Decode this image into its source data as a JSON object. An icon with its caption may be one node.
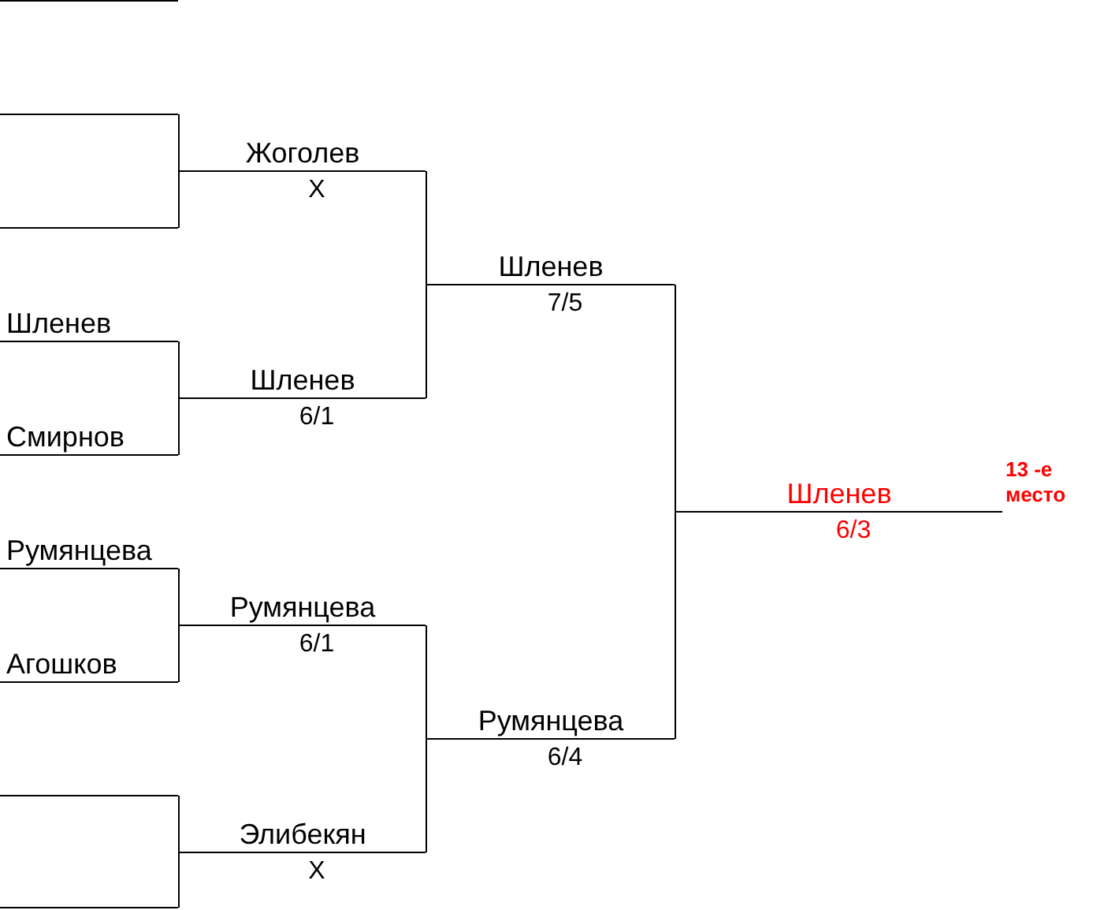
{
  "diagram": {
    "nodes": [
      {
        "text": [],
        "shape": "line"
      },
      {
        "text": [],
        "shape": "line"
      },
      {
        "text": [],
        "shape": "line"
      },
      {
        "text": [
          "Шленев"
        ]
      },
      {
        "text": [
          "Смирнов"
        ]
      },
      {
        "text": [
          "Румянцева"
        ]
      },
      {
        "text": [
          "Агошков"
        ]
      },
      {
        "text": [],
        "shape": "line"
      },
      {
        "text": [],
        "shape": "line"
      },
      {
        "text": [
          "Жоголев",
          "X"
        ]
      },
      {
        "text": [
          "Шленев",
          "6/1"
        ]
      },
      {
        "text": [
          "Румянцева",
          "6/1"
        ]
      },
      {
        "text": [
          "Элибекян",
          "X"
        ]
      },
      {
        "text": [
          "Шленев",
          "7/5"
        ]
      },
      {
        "text": [
          "Румянцева",
          "6/4"
        ]
      },
      {
        "text": [
          "Шленев",
          "6/3"
        ],
        "beside": [
          "13 -е место"
        ]
      }
    ],
    "edges": [
      {
        "from": 1,
        "to": 9,
        "arrow": "none"
      },
      {
        "from": 2,
        "to": 9,
        "arrow": "none"
      },
      {
        "from": 3,
        "to": 10,
        "arrow": "none"
      },
      {
        "from": 4,
        "to": 10,
        "arrow": "none"
      },
      {
        "from": 5,
        "to": 11,
        "arrow": "none"
      },
      {
        "from": 6,
        "to": 11,
        "arrow": "none"
      },
      {
        "from": 7,
        "to": 12,
        "arrow": "none"
      },
      {
        "from": 8,
        "to": 12,
        "arrow": "none"
      },
      {
        "from": 9,
        "to": 13,
        "arrow": "none"
      },
      {
        "from": 10,
        "to": 13,
        "arrow": "none"
      },
      {
        "from": 11,
        "to": 14,
        "arrow": "none"
      },
      {
        "from": 12,
        "to": 14,
        "arrow": "none"
      },
      {
        "from": 13,
        "to": 15,
        "arrow": "none"
      },
      {
        "from": 14,
        "to": 15,
        "arrow": "none"
      }
    ]
  }
}
